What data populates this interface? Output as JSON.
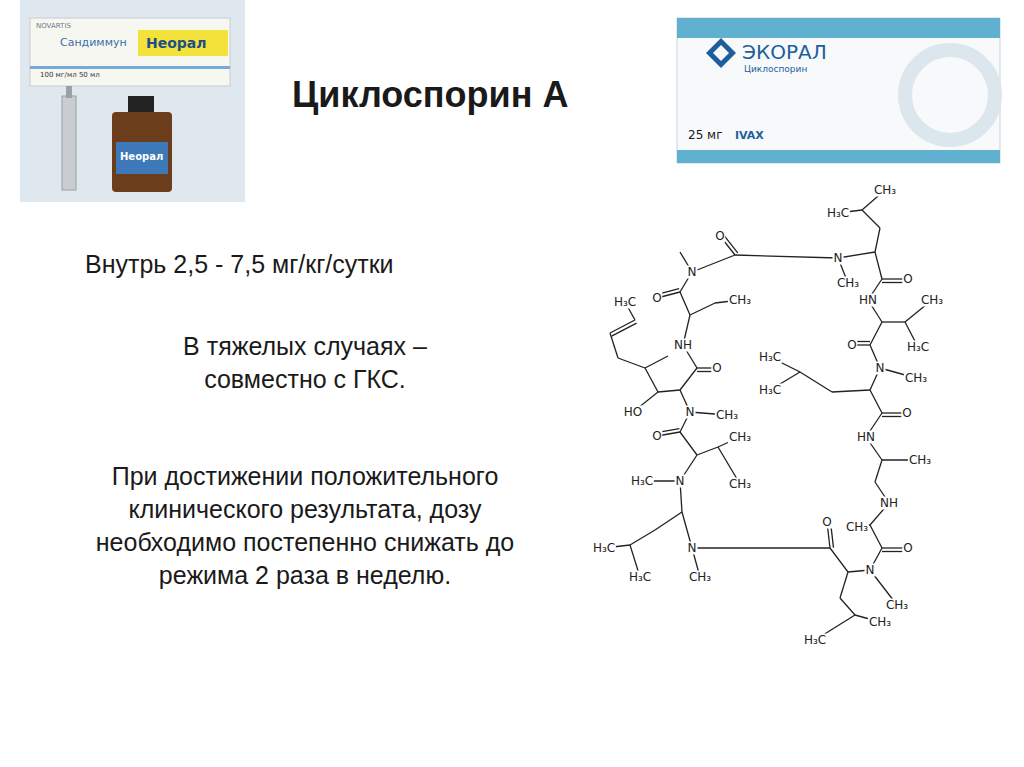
{
  "diagram": {
    "title": "Циклоспорин А",
    "labels": [
      "Внутрь 2,5 - 7,5 мг/кг/сутки",
      "В тяжелых случаях – совместно с ГКС.",
      "При достижении положительного клинического результата, дозу необходимо постепенно снижать до режима 2 раза в неделю.",
      "NOVARTIS",
      "Сандиммун",
      "Неорал",
      "100 мг/мл 50 мл",
      "Неорал",
      "ЭКОРАЛ",
      "Циклоспорин",
      "25 мг",
      "IVAX",
      "CH₃",
      "H₃C",
      "O",
      "N",
      "N",
      "CH₃",
      "O",
      "H₃C",
      "O",
      "CH₃",
      "HN",
      "CH₃",
      "NH",
      "O",
      "O",
      "H₃C",
      "H₃C",
      "H₃C",
      "N",
      "CH₃",
      "HO",
      "N",
      "CH₃",
      "O",
      "O",
      "CH₃",
      "HN",
      "CH₃",
      "H₃C",
      "N",
      "CH₃",
      "NH",
      "O",
      "CH₃",
      "O",
      "H₃C",
      "N",
      "H₃C",
      "CH₃",
      "N",
      "CH₃",
      "CH₃",
      "H₃C"
    ]
  }
}
